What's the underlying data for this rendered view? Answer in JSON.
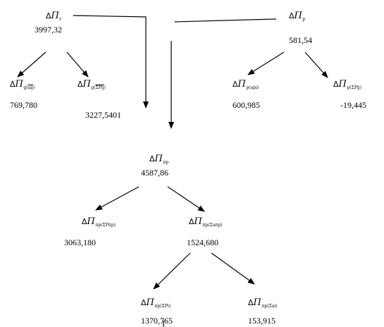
{
  "diagram": {
    "nodes": {
      "top_left": {
        "delta": "Δ",
        "symbol": "П",
        "sub": "г",
        "value": "3997,32"
      },
      "top_right": {
        "delta": "Δ",
        "symbol": "П",
        "sub": "р",
        "value": "581,54"
      },
      "mid_left_1": {
        "delta": "Δ",
        "symbol": "П",
        "sub": "g(",
        "sub_inner": "a",
        "sub_inner_low": "ij",
        "sub_close": ")",
        "value": "769,780"
      },
      "mid_left_2": {
        "delta": "Δ",
        "symbol": "П",
        "sub": "g(",
        "sub_inner": "Σ",
        "sub_inner_b": "P",
        "sub_inner_low": "ij",
        "sub_close": ")",
        "value": "3227,5401"
      },
      "mid_right_1": {
        "delta": "Δ",
        "symbol": "П",
        "sub": "p(",
        "sub_inner": "a",
        "sub_inner_low": "pi",
        "sub_close": ")",
        "value": "600,985"
      },
      "mid_right_2": {
        "delta": "Δ",
        "symbol": "П",
        "sub": "p(",
        "sub_inner": "Σ",
        "sub_inner_b": "P",
        "sub_inner_low": "ij",
        "sub_close": ")",
        "value": "-19,445"
      },
      "center": {
        "delta": "Δ",
        "symbol": "П",
        "sub": "пр",
        "value": "4587,86"
      },
      "low_left": {
        "delta": "Δ",
        "symbol": "П",
        "sub": "пр(",
        "sub_inner": "Σ",
        "sub_inner_b": "P",
        "sub_inner_low": "пр",
        "sub_close": ")",
        "value": "3063,180"
      },
      "low_right": {
        "delta": "Δ",
        "symbol": "П",
        "sub": "пр(",
        "sub_inner": "Σ",
        "sub_inner_b": "a",
        "sub_inner_low": "пр",
        "sub_close": ")",
        "value": "1524,680"
      },
      "bottom_left": {
        "delta": "Δ",
        "symbol": "П",
        "sub": "пр(",
        "sub_inner": "Σ",
        "sub_inner_b": "P",
        "sub_inner_low": "i",
        "sub_close": ")",
        "value": "1370,765"
      },
      "bottom_right": {
        "delta": "Δ",
        "symbol": "П",
        "sub": "пр(",
        "sub_inner": "Σ",
        "sub_inner_b": "a",
        "sub_inner_low": "i",
        "sub_close": ")",
        "value": "153,915"
      }
    },
    "line_color": "#000000"
  }
}
